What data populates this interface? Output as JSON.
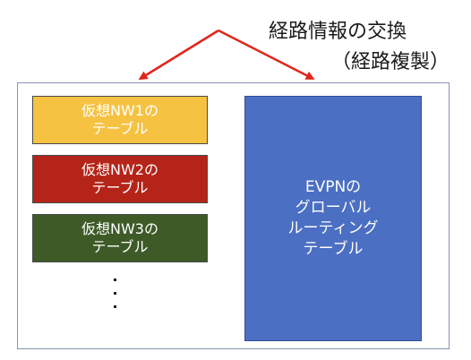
{
  "caption": {
    "line1": "経路情報の交換",
    "line2": "（経路複製）"
  },
  "virtual_tables": [
    {
      "line1": "仮想NW1の",
      "line2": "テーブル",
      "color": "#f5c242"
    },
    {
      "line1": "仮想NW2の",
      "line2": "テーブル",
      "color": "#b52419"
    },
    {
      "line1": "仮想NW3の",
      "line2": "テーブル",
      "color": "#3d5a27"
    }
  ],
  "ellipsis": "⋮",
  "evpn_table": {
    "lines": [
      "EVPNの",
      "グローバル",
      "ルーティング",
      "テーブル"
    ],
    "color": "#4b6fc3"
  },
  "colors": {
    "arrow": "#e0251b",
    "frame_border": "#8496b0"
  },
  "icons": {
    "exchange_arrows": "double-headed-caret-arrow"
  }
}
